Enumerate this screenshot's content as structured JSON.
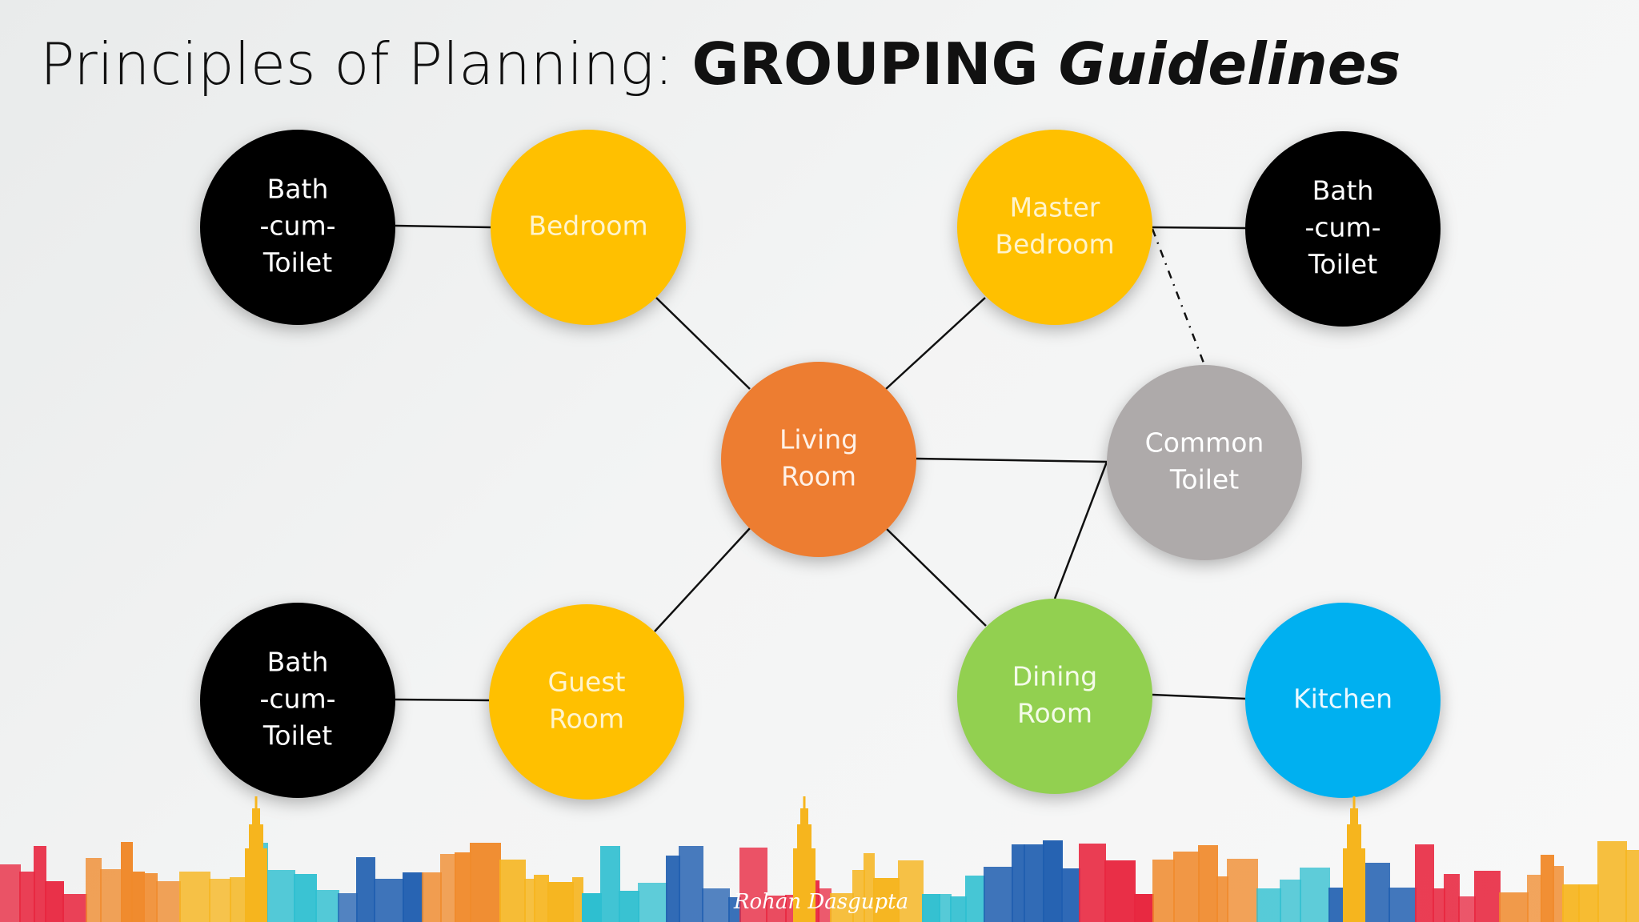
{
  "title": {
    "regular": "Principles of Planning: ",
    "bold": "GROUPING ",
    "italic": "Guidelines"
  },
  "nodes": [
    {
      "id": "bath-tl",
      "lines": [
        "Bath",
        "-cum-",
        "Toilet"
      ],
      "fill": "#000000",
      "text_color": "#ffffff"
    },
    {
      "id": "bedroom",
      "lines": [
        "Bedroom"
      ],
      "fill": "#ffc000",
      "text_color": "#fff4cc"
    },
    {
      "id": "master-bedroom",
      "lines": [
        "Master",
        "Bedroom"
      ],
      "fill": "#ffc000",
      "text_color": "#fff4cc"
    },
    {
      "id": "bath-tr",
      "lines": [
        "Bath",
        "-cum-",
        "Toilet"
      ],
      "fill": "#000000",
      "text_color": "#ffffff"
    },
    {
      "id": "living-room",
      "lines": [
        "Living",
        "Room"
      ],
      "fill": "#ed7d31",
      "text_color": "#fff1e6"
    },
    {
      "id": "common-toilet",
      "lines": [
        "Common",
        "Toilet"
      ],
      "fill": "#aeaaaa",
      "text_color": "#ffffff"
    },
    {
      "id": "bath-bl",
      "lines": [
        "Bath",
        "-cum-",
        "Toilet"
      ],
      "fill": "#000000",
      "text_color": "#ffffff"
    },
    {
      "id": "guest-room",
      "lines": [
        "Guest",
        "Room"
      ],
      "fill": "#ffc000",
      "text_color": "#fff4cc"
    },
    {
      "id": "dining-room",
      "lines": [
        "Dining",
        "Room"
      ],
      "fill": "#92d050",
      "text_color": "#f4fbe9"
    },
    {
      "id": "kitchen",
      "lines": [
        "Kitchen"
      ],
      "fill": "#00b0f0",
      "text_color": "#eaf8ff"
    }
  ],
  "edges": [
    {
      "from": "bath-tl",
      "to": "bedroom",
      "style": "solid"
    },
    {
      "from": "bedroom",
      "to": "living-room",
      "style": "solid"
    },
    {
      "from": "master-bedroom",
      "to": "living-room",
      "style": "solid"
    },
    {
      "from": "master-bedroom",
      "to": "bath-tr",
      "style": "solid"
    },
    {
      "from": "master-bedroom",
      "to": "common-toilet",
      "style": "dash-dot"
    },
    {
      "from": "living-room",
      "to": "common-toilet",
      "style": "solid"
    },
    {
      "from": "common-toilet",
      "to": "dining-room",
      "style": "solid"
    },
    {
      "from": "living-room",
      "to": "guest-room",
      "style": "solid"
    },
    {
      "from": "living-room",
      "to": "dining-room",
      "style": "solid"
    },
    {
      "from": "bath-bl",
      "to": "guest-room",
      "style": "solid"
    },
    {
      "from": "dining-room",
      "to": "kitchen",
      "style": "solid"
    }
  ],
  "footer": {
    "signature": "Rohan Dasgupta",
    "skyline_colors": [
      "#e8263f",
      "#f08a2c",
      "#f6b51e",
      "#2ebfd0",
      "#1f5eb0"
    ]
  }
}
